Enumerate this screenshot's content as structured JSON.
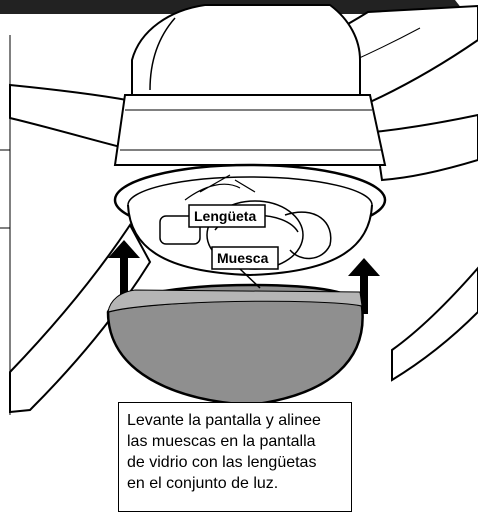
{
  "callouts": {
    "tab_label": "Lengüeta",
    "notch_label": "Muesca"
  },
  "instruction": {
    "lines": [
      "Levante la pantalla y alinee",
      "las muescas en la pantalla",
      "de vidrio con las lengüetas",
      "en el conjunto de luz."
    ]
  },
  "colors": {
    "header_bar": "#222222",
    "glass_shade": "#8f8f8f",
    "outline": "#000000"
  }
}
